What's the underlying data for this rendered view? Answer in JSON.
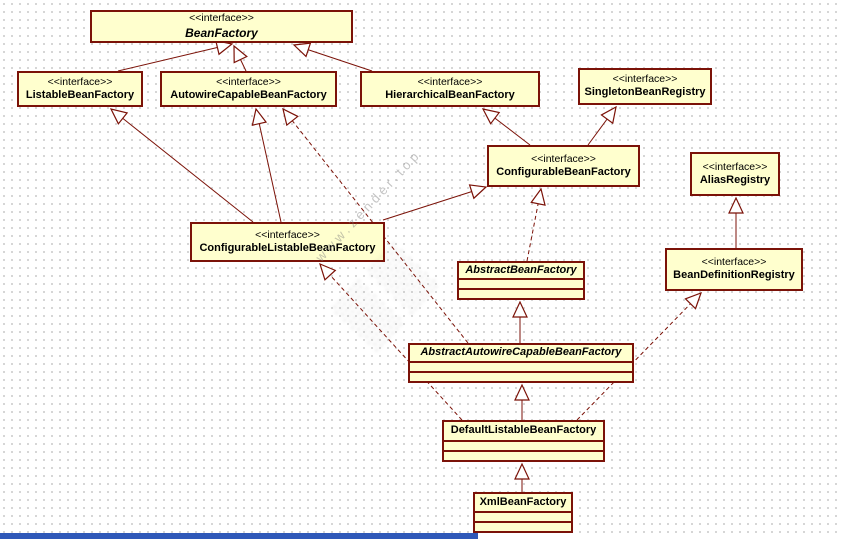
{
  "nodes": {
    "beanFactory": {
      "stereotype": "<<interface>>",
      "name": "BeanFactory"
    },
    "listableBeanFactory": {
      "stereotype": "<<interface>>",
      "name": "ListableBeanFactory"
    },
    "autowireCapableBeanFactory": {
      "stereotype": "<<interface>>",
      "name": "AutowireCapableBeanFactory"
    },
    "hierarchicalBeanFactory": {
      "stereotype": "<<interface>>",
      "name": "HierarchicalBeanFactory"
    },
    "singletonBeanRegistry": {
      "stereotype": "<<interface>>",
      "name": "SingletonBeanRegistry"
    },
    "configurableBeanFactory": {
      "stereotype": "<<interface>>",
      "name": "ConfigurableBeanFactory"
    },
    "aliasRegistry": {
      "stereotype": "<<interface>>",
      "name": "AliasRegistry"
    },
    "configurableListableBeanFactory": {
      "stereotype": "<<interface>>",
      "name": "ConfigurableListableBeanFactory"
    },
    "beanDefinitionRegistry": {
      "stereotype": "<<interface>>",
      "name": "BeanDefinitionRegistry"
    },
    "abstractBeanFactory": {
      "name": "AbstractBeanFactory"
    },
    "abstractAutowireCapableBeanFactory": {
      "name": "AbstractAutowireCapableBeanFactory"
    },
    "defaultListableBeanFactory": {
      "name": "DefaultListableBeanFactory"
    },
    "xmlBeanFactory": {
      "name": "XmlBeanFactory"
    }
  },
  "relations": [
    {
      "from": "ListableBeanFactory",
      "to": "BeanFactory",
      "type": "generalization"
    },
    {
      "from": "AutowireCapableBeanFactory",
      "to": "BeanFactory",
      "type": "generalization"
    },
    {
      "from": "HierarchicalBeanFactory",
      "to": "BeanFactory",
      "type": "generalization"
    },
    {
      "from": "ConfigurableBeanFactory",
      "to": "HierarchicalBeanFactory",
      "type": "generalization"
    },
    {
      "from": "ConfigurableBeanFactory",
      "to": "SingletonBeanRegistry",
      "type": "generalization"
    },
    {
      "from": "ConfigurableListableBeanFactory",
      "to": "ListableBeanFactory",
      "type": "generalization"
    },
    {
      "from": "ConfigurableListableBeanFactory",
      "to": "AutowireCapableBeanFactory",
      "type": "generalization"
    },
    {
      "from": "ConfigurableListableBeanFactory",
      "to": "ConfigurableBeanFactory",
      "type": "generalization"
    },
    {
      "from": "BeanDefinitionRegistry",
      "to": "AliasRegistry",
      "type": "generalization"
    },
    {
      "from": "AbstractBeanFactory",
      "to": "ConfigurableBeanFactory",
      "type": "realization"
    },
    {
      "from": "AbstractAutowireCapableBeanFactory",
      "to": "AbstractBeanFactory",
      "type": "generalization"
    },
    {
      "from": "AbstractAutowireCapableBeanFactory",
      "to": "AutowireCapableBeanFactory",
      "type": "realization"
    },
    {
      "from": "DefaultListableBeanFactory",
      "to": "AbstractAutowireCapableBeanFactory",
      "type": "generalization"
    },
    {
      "from": "DefaultListableBeanFactory",
      "to": "ConfigurableListableBeanFactory",
      "type": "realization"
    },
    {
      "from": "DefaultListableBeanFactory",
      "to": "BeanDefinitionRegistry",
      "type": "realization"
    },
    {
      "from": "XmlBeanFactory",
      "to": "DefaultListableBeanFactory",
      "type": "generalization"
    }
  ],
  "watermark": {
    "text": "www.zender.top",
    "glyphs": "▒▒"
  },
  "colors": {
    "node_fill": "#FFFFCE",
    "node_border": "#7B1208",
    "edge_line": "#7B1208",
    "grid_dot": "#C9C9C9",
    "bottom_bar": "#2F58B8"
  }
}
